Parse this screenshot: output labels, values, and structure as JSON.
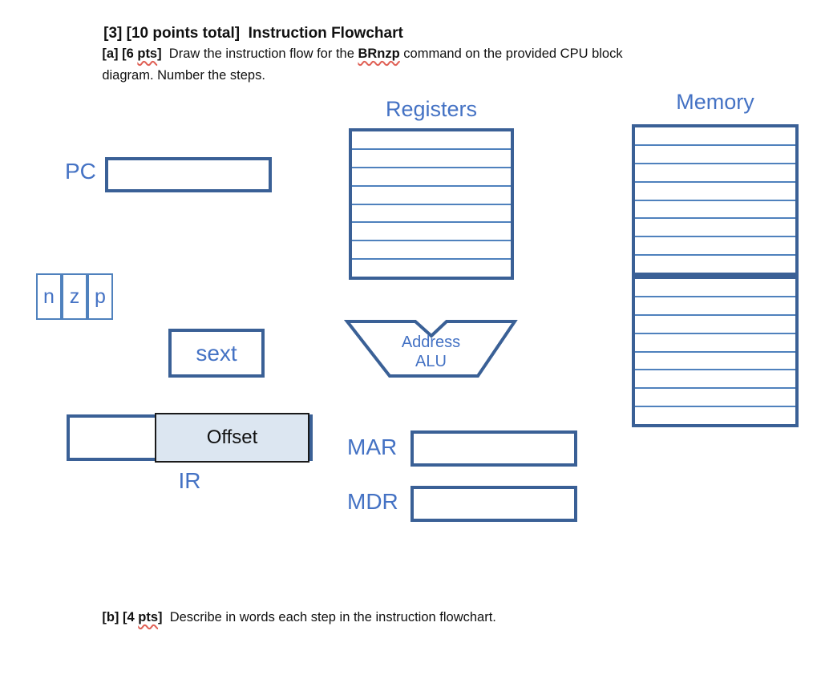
{
  "part3": {
    "title": "[3] [10 points total]  Instruction Flowchart"
  },
  "part_a": {
    "label_open": "[a] [6 ",
    "pts": "pts",
    "label_close": "]  ",
    "text_before_cmd": "Draw the instruction flow for the ",
    "command": "BRnzp",
    "text_after_cmd": " command on the provided CPU block",
    "line2": "diagram. Number the steps."
  },
  "part_b": {
    "label_open": "[b] [4 ",
    "pts": "pts",
    "label_close": "]  ",
    "text": "Describe in words each step in the instruction flowchart."
  },
  "diagram": {
    "pc_label": "PC",
    "registers": {
      "title": "Registers",
      "row_count": 8
    },
    "memory": {
      "title": "Memory",
      "top_row_count": 8,
      "bottom_row_count": 8
    },
    "condition_codes": [
      "n",
      "z",
      "p"
    ],
    "sext_label": "sext",
    "address_alu": {
      "line1": "Address",
      "line2": "ALU"
    },
    "ir": {
      "label": "IR",
      "offset_label": "Offset"
    },
    "mar_label": "MAR",
    "mdr_label": "MDR"
  },
  "colors": {
    "label_blue": "#4472C4",
    "border_dark": "#3A6096",
    "line_medium": "#4F81BD",
    "offset_fill": "#DCE6F1",
    "offset_border": "#1A1A1A",
    "squiggle_red": "#E06055"
  }
}
